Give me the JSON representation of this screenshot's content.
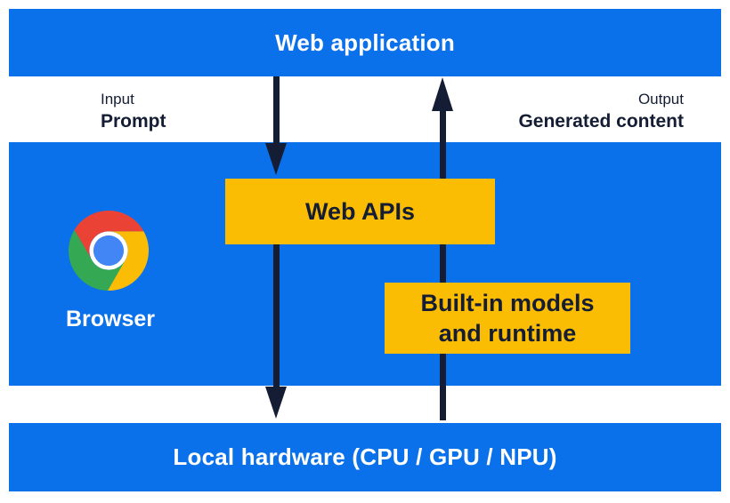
{
  "theme": {
    "blue": "#0b71ea",
    "yellow": "#fbbc04",
    "ink": "#141d33",
    "white": "#ffffff",
    "logo_red": "#ea4335",
    "logo_yellow": "#fbbc05",
    "logo_green": "#34a853",
    "logo_blue": "#4285f4"
  },
  "diagram": {
    "top_bar": {
      "label": "Web application"
    },
    "io": {
      "input_title": "Input",
      "input_value": "Prompt",
      "output_title": "Output",
      "output_value": "Generated content"
    },
    "browser_section": {
      "browser_label": "Browser",
      "web_apis_label": "Web APIs",
      "builtin_lines": [
        "Built-in models",
        "and runtime"
      ]
    },
    "bottom_bar": {
      "label": "Local hardware (CPU / GPU / NPU)"
    }
  }
}
